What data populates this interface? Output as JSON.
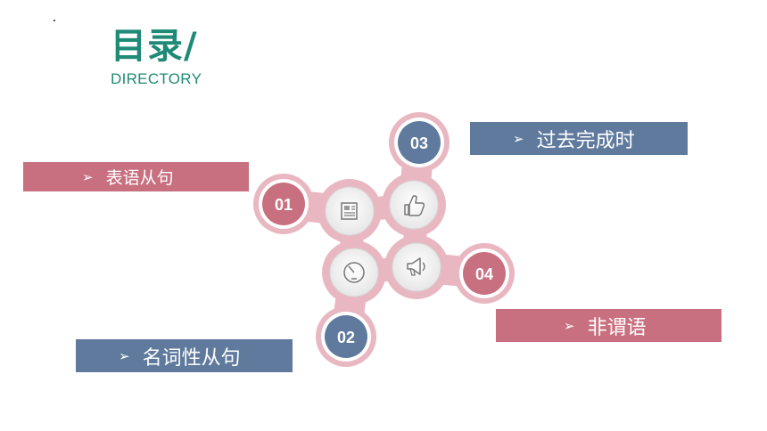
{
  "header": {
    "title": "目录/",
    "subtitle": "DIRECTORY"
  },
  "items": [
    {
      "num": "01",
      "label": "表语从句",
      "icon": "newspaper-icon"
    },
    {
      "num": "02",
      "label": "名词性从句",
      "icon": "gauge-icon"
    },
    {
      "num": "03",
      "label": "过去完成时",
      "icon": "thumbs-up-icon"
    },
    {
      "num": "04",
      "label": "非谓语",
      "icon": "megaphone-icon"
    }
  ],
  "bullet": "➢",
  "colors": {
    "title": "#1f8a76",
    "pink": "#c8707f",
    "blue": "#5f7a9c",
    "connector": "#e9b7c2"
  }
}
